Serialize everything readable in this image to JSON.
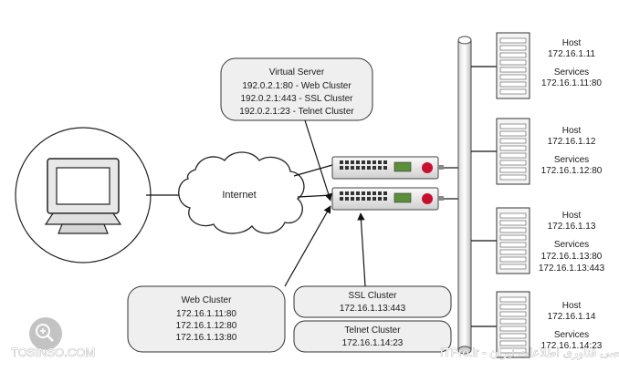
{
  "virtual_server": {
    "title": "Virtual Server",
    "lines": [
      "192.0.2.1:80 - Web Cluster",
      "192.0.2.1:443 - SSL Cluster",
      "192.0.2.1:23 - Telnet Cluster"
    ]
  },
  "internet_label": "Internet",
  "hosts": [
    {
      "host_label": "Host",
      "ip": "172.16.1.11",
      "services_label": "Services",
      "services": [
        "172.16.1.11:80"
      ]
    },
    {
      "host_label": "Host",
      "ip": "172.16.1.12",
      "services_label": "Services",
      "services": [
        "172.16.1.12:80"
      ]
    },
    {
      "host_label": "Host",
      "ip": "172.16.1.13",
      "services_label": "Services",
      "services": [
        "172.16.1.13:80",
        "172.16.1.13:443"
      ]
    },
    {
      "host_label": "Host",
      "ip": "172.16.1.14",
      "services_label": "Services",
      "services": [
        "172.16.1.14:23"
      ]
    }
  ],
  "clusters": {
    "web": {
      "title": "Web Cluster",
      "members": [
        "172.16.1.11:80",
        "172.16.1.12:80",
        "172.16.1.13:80"
      ]
    },
    "ssl": {
      "title": "SSL Cluster",
      "members": [
        "172.16.1.13:443"
      ]
    },
    "telnet": {
      "title": "Telnet Cluster",
      "members": [
        "172.16.1.14:23"
      ]
    }
  },
  "watermark": {
    "left": "TOSINSO.COM",
    "right": "انجمن تخصصی فناوری اطلاعات ایران - ITPro.ir"
  },
  "icons": [
    "zoom-in-icon",
    "computer-monitor-icon",
    "internet-cloud-icon",
    "load-balancer-icon",
    "server-tower-icon",
    "network-bus-pipe"
  ]
}
